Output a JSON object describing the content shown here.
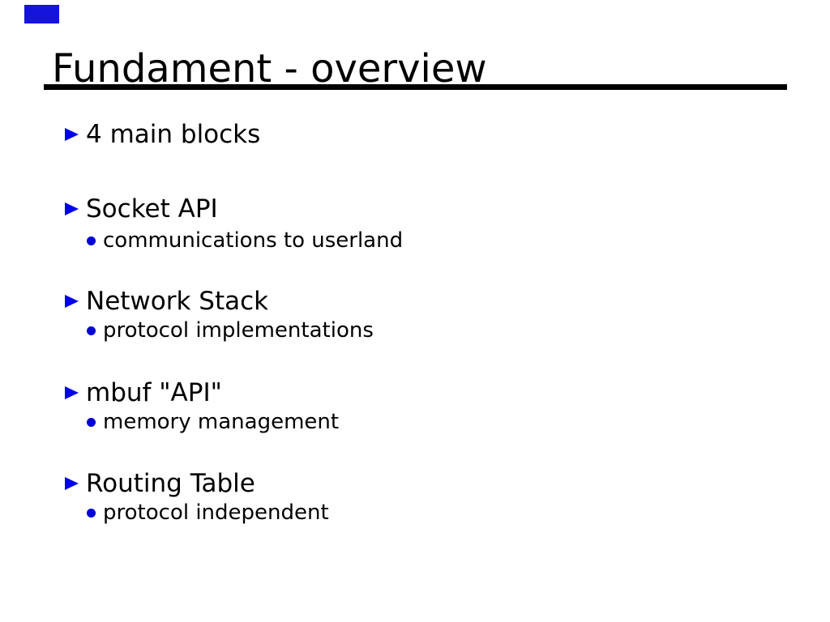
{
  "slide": {
    "title": "Fundament - overview",
    "colors": {
      "corner_marker": "#1414dd",
      "title_rule": "#000000",
      "bullet_triangle": "#0000e6",
      "bullet_dot": "#0000d5",
      "text": "#000000",
      "background": "#ffffff"
    },
    "items": [
      {
        "label": "4 main blocks",
        "sub": null
      },
      {
        "label": "Socket API",
        "sub": "communications to userland"
      },
      {
        "label": "Network Stack",
        "sub": "protocol implementations"
      },
      {
        "label": "mbuf \"API\"",
        "sub": "memory management"
      },
      {
        "label": "Routing Table",
        "sub": "protocol independent"
      }
    ]
  }
}
